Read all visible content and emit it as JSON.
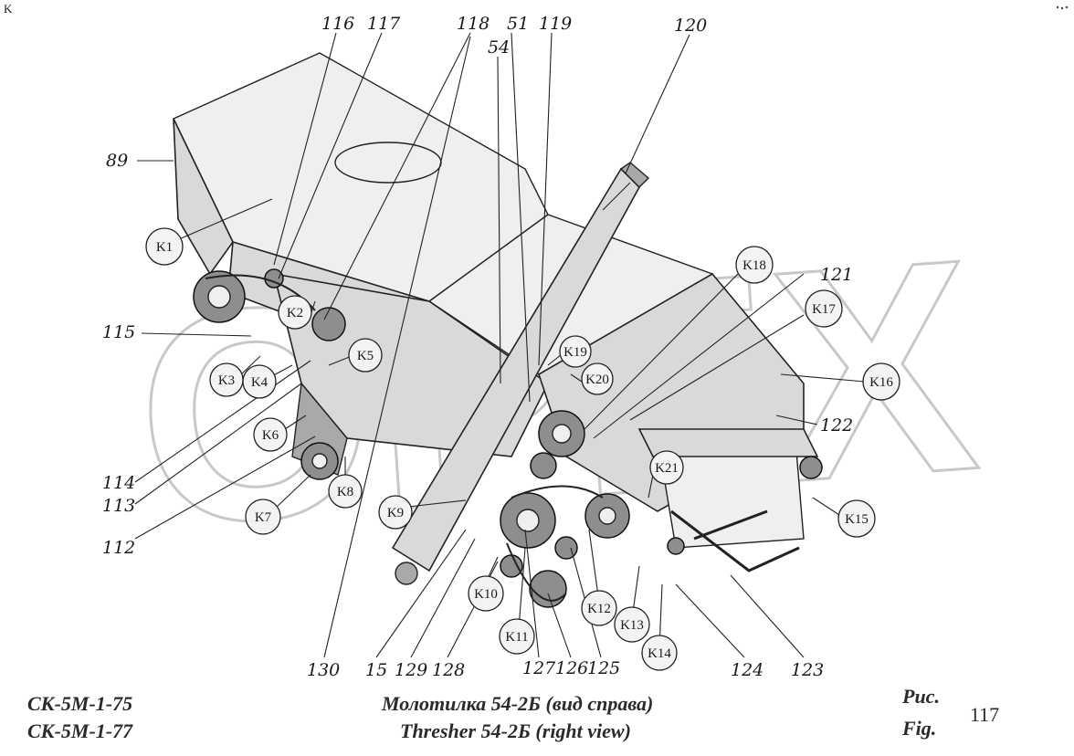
{
  "corner_mark": "K",
  "watermark": "OPEX",
  "callouts": [
    "116",
    "117",
    "118",
    "51",
    "54",
    "119",
    "120",
    "89",
    "121",
    "122",
    "115",
    "114",
    "113",
    "112",
    "130",
    "15",
    "129",
    "128",
    "127",
    "126",
    "125",
    "124",
    "123"
  ],
  "markers": [
    "K1",
    "K2",
    "K3",
    "K4",
    "K5",
    "K6",
    "K7",
    "K8",
    "K9",
    "K10",
    "K11",
    "K12",
    "K13",
    "K14",
    "K15",
    "K16",
    "K17",
    "K18",
    "K19",
    "K20",
    "K21"
  ],
  "caption": {
    "model_1": "СК-5М-1-75",
    "model_2": "СК-5М-1-77",
    "title_ru": "Молотилка 54-2Б (вид справа)",
    "title_en": "Thresher 54-2Б (right view)",
    "fig_ru": "Рис.",
    "fig_en": "Fig.",
    "fig_number": "117"
  }
}
